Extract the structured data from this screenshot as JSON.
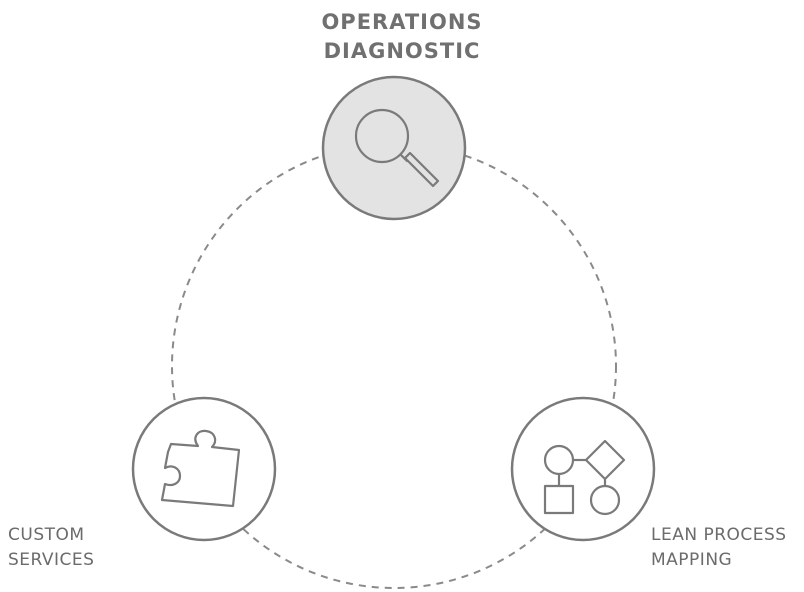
{
  "diagram": {
    "nodes": [
      {
        "id": "operations-diagnostic",
        "label_lines": [
          "OPERATIONS",
          "DIAGNOSTIC"
        ],
        "icon": "magnifying-glass-icon",
        "highlighted": true
      },
      {
        "id": "custom-services",
        "label_lines": [
          "CUSTOM",
          "SERVICES"
        ],
        "icon": "puzzle-piece-icon",
        "highlighted": false
      },
      {
        "id": "lean-process-mapping",
        "label_lines": [
          "LEAN PROCESS",
          "MAPPING"
        ],
        "icon": "flowchart-icon",
        "highlighted": false
      }
    ],
    "colors": {
      "stroke": "#7a7a7a",
      "highlight_fill": "#e3e3e3",
      "dashed_ring": "#8a8a8a",
      "label_text": "#6b6b6b"
    }
  }
}
